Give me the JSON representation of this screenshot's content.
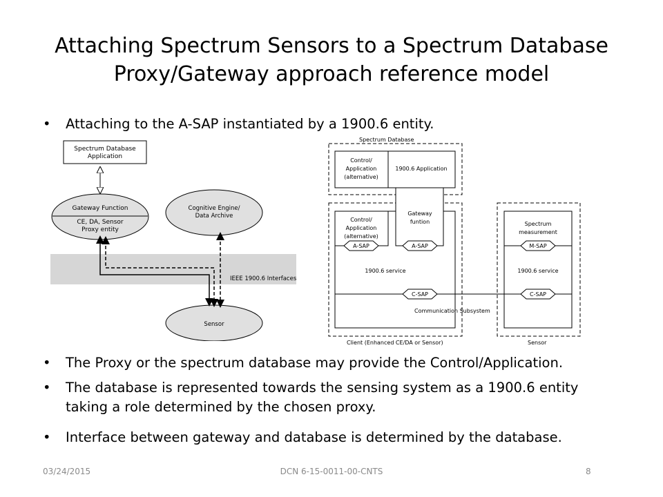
{
  "slide": {
    "title_line1": "Attaching Spectrum Sensors to a Spectrum Database",
    "title_line2": "Proxy/Gateway approach reference model",
    "bullets": [
      "Attaching to the A-SAP instantiated by a 1900.6 entity.",
      "The Proxy or the spectrum database may provide the Control/Application.",
      "The database is represented towards the sensing system as a 1900.6 entity taking a role determined by the chosen proxy.",
      "Interface between gateway and database is determined by the database."
    ],
    "bullet_glyph": "•"
  },
  "left_diagram": {
    "spectrum_db_app_line1": "Spectrum Database",
    "spectrum_db_app_line2": "Application",
    "gateway_function": "Gateway Function",
    "proxy_line1": "CE, DA, Sensor",
    "proxy_line2": "Proxy entity",
    "ce_line1": "Cognitive Engine/",
    "ce_line2": "Data Archive",
    "interfaces_band": "IEEE 1900.6 Interfaces",
    "sensor": "Sensor"
  },
  "right_diagram": {
    "spectrum_database": "Spectrum Database",
    "ctrl_app_line1": "Control/",
    "ctrl_app_line2": "Application",
    "ctrl_app_line3": "(alternative)",
    "app_1900_6": "1900.6 Application",
    "gateway_line1": "Gateway",
    "gateway_line2": "funtion",
    "asap": "A-SAP",
    "service": "1900.6 service",
    "csap": "C-SAP",
    "comm_subsystem": "Communication Subsystem",
    "client": "Client (Enhanced CE/DA or Sensor)",
    "spectrum_meas_line1": "Spectrum",
    "spectrum_meas_line2": "measurement",
    "msap": "M-SAP",
    "sensor": "Sensor"
  },
  "footer": {
    "date": "03/24/2015",
    "dcn": "DCN 6-15-0011-00-CNTS",
    "page": "8"
  },
  "colors": {
    "ellipse_fill": "#e0e0e0",
    "band_fill": "#d6d6d6",
    "footer_text": "#8a8a8a"
  }
}
